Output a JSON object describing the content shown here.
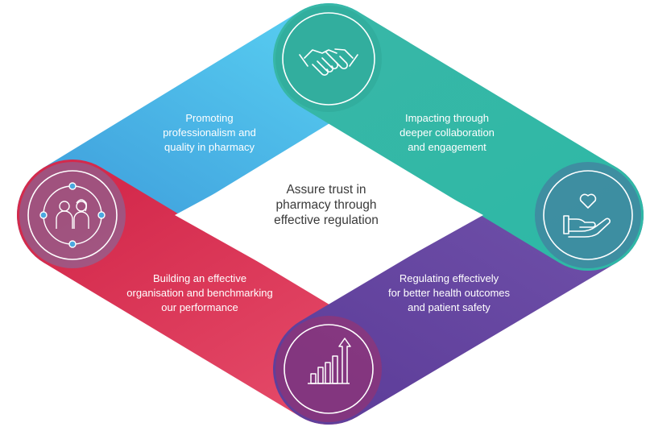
{
  "center": {
    "line1": "Assure trust in",
    "line2": "pharmacy through",
    "line3": "effective regulation"
  },
  "segments": [
    {
      "id": "professionalism",
      "lines": [
        "Promoting",
        "professionalism and",
        "quality in pharmacy"
      ],
      "icon": "people-network-icon",
      "color_start": "#4fc6ef",
      "color_end": "#3f9fdc"
    },
    {
      "id": "collaboration",
      "lines": [
        "Impacting through",
        "deeper collaboration",
        "and engagement"
      ],
      "icon": "handshake-icon",
      "color_start": "#2a9d8f",
      "color_end": "#3cbfae"
    },
    {
      "id": "regulating",
      "lines": [
        "Regulating effectively",
        "for better health outcomes",
        "and patient safety"
      ],
      "icon": "heart-in-hand-icon",
      "color_start": "#7a5fb0",
      "color_end": "#5a3f98"
    },
    {
      "id": "organisation",
      "lines": [
        "Building an effective",
        "organisation and benchmarking",
        "our performance"
      ],
      "icon": "bar-chart-growth-icon",
      "color_start": "#d8304f",
      "color_end": "#e0415f"
    }
  ]
}
